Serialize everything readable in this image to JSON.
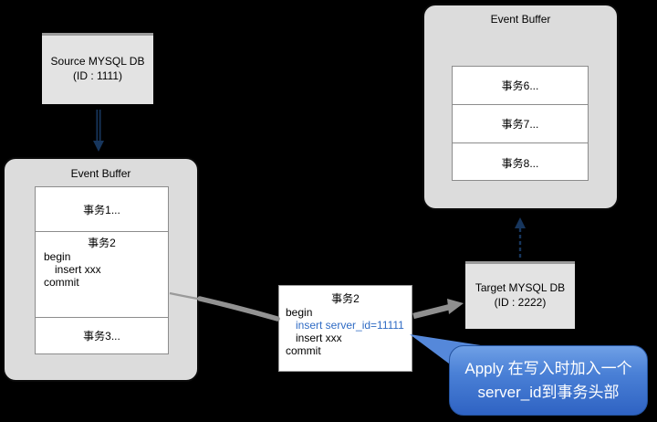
{
  "colors": {
    "background": "#000000",
    "buffer_fill": "#dcdcdc",
    "db_fill": "#e3e3e3",
    "navy_arrow": "#17365d",
    "gray_arrow": "#929292",
    "code_highlight_blue": "#2f6bc4",
    "callout_gradient_top": "#6fa0e6",
    "callout_gradient_bottom": "#2f63c3",
    "callout_text": "#ffffff"
  },
  "source_db": {
    "title": "Source MYSQL DB",
    "subtitle": "(ID : 1111)"
  },
  "target_db": {
    "title": "Target MYSQL DB",
    "subtitle": "(ID : 2222)"
  },
  "left_buffer": {
    "title": "Event Buffer",
    "tx1": "事务1...",
    "tx2": {
      "title": "事务2",
      "line1": "begin",
      "line2": "insert xxx",
      "line3": "commit"
    },
    "tx3": "事务3..."
  },
  "right_buffer": {
    "title": "Event Buffer",
    "rows": [
      "事务6...",
      "事务7...",
      "事务8..."
    ]
  },
  "middle_box": {
    "title": "事务2",
    "line1": "begin",
    "line2": "insert server_id=11111",
    "line3": "insert xxx",
    "line4": "commit"
  },
  "callout": {
    "line1": "Apply 在写入时加入一个",
    "line2": "server_id到事务头部"
  }
}
